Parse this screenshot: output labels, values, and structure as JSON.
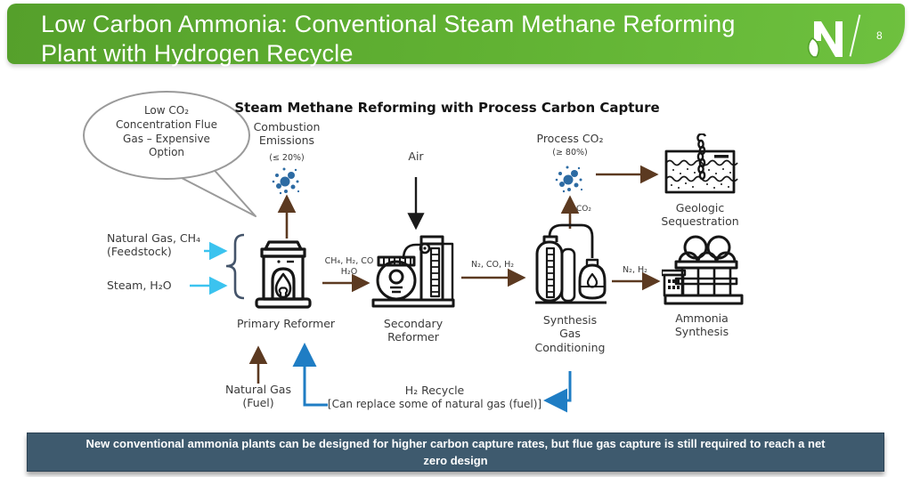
{
  "header": {
    "title": "Low Carbon Ammonia: Conventional Steam Methane Reforming\nPlant with Hydrogen Recycle",
    "page_number": "8",
    "logo_name": "nutrien-n-logo"
  },
  "callout": {
    "text": "Low CO₂\nConcentration Flue\nGas – Expensive\nOption"
  },
  "diagram": {
    "title": "Steam Methane Reforming with Process Carbon Capture",
    "emissions": {
      "combustion_label": "Combustion\nEmissions",
      "combustion_pct": "(≤ 20%)",
      "process_label": "Process CO₂",
      "process_pct": "(≥ 80%)",
      "co2_arrow_label": "CO₂"
    },
    "inputs": {
      "air": "Air",
      "feedstock": "Natural Gas, CH₄\n(Feedstock)",
      "steam": "Steam, H₂O",
      "fuel": "Natural Gas\n(Fuel)"
    },
    "nodes": {
      "primary_reformer": "Primary Reformer",
      "secondary_reformer": "Secondary\nReformer",
      "synthesis_gas_conditioning": "Synthesis\nGas\nConditioning",
      "ammonia_synthesis": "Ammonia\nSynthesis",
      "geologic_sequestration": "Geologic\nSequestration"
    },
    "streams": {
      "primary_to_secondary": "CH₄, H₂, CO\nH₂O",
      "secondary_to_conditioning": "N₂, CO, H₂",
      "conditioning_to_ammonia": "N₂, H₂"
    },
    "recycle": {
      "title": "H₂ Recycle",
      "note": "[Can replace some of natural gas (fuel)]"
    }
  },
  "footer": {
    "text": "New conventional ammonia plants can be designed for higher carbon capture rates, but flue gas capture is still required to reach a net\nzero design"
  },
  "colors": {
    "header_green_start": "#55a02b",
    "header_green_end": "#6ec13f",
    "footer_bg": "#3e5a6e",
    "arrow_brown": "#5c3a21",
    "arrow_black": "#1a1a1a",
    "arrow_cyan": "#3bc3ef",
    "arrow_blue": "#1f7dc4",
    "molecule_blue": "#2d6ba3",
    "bracket_slate": "#44546a"
  }
}
